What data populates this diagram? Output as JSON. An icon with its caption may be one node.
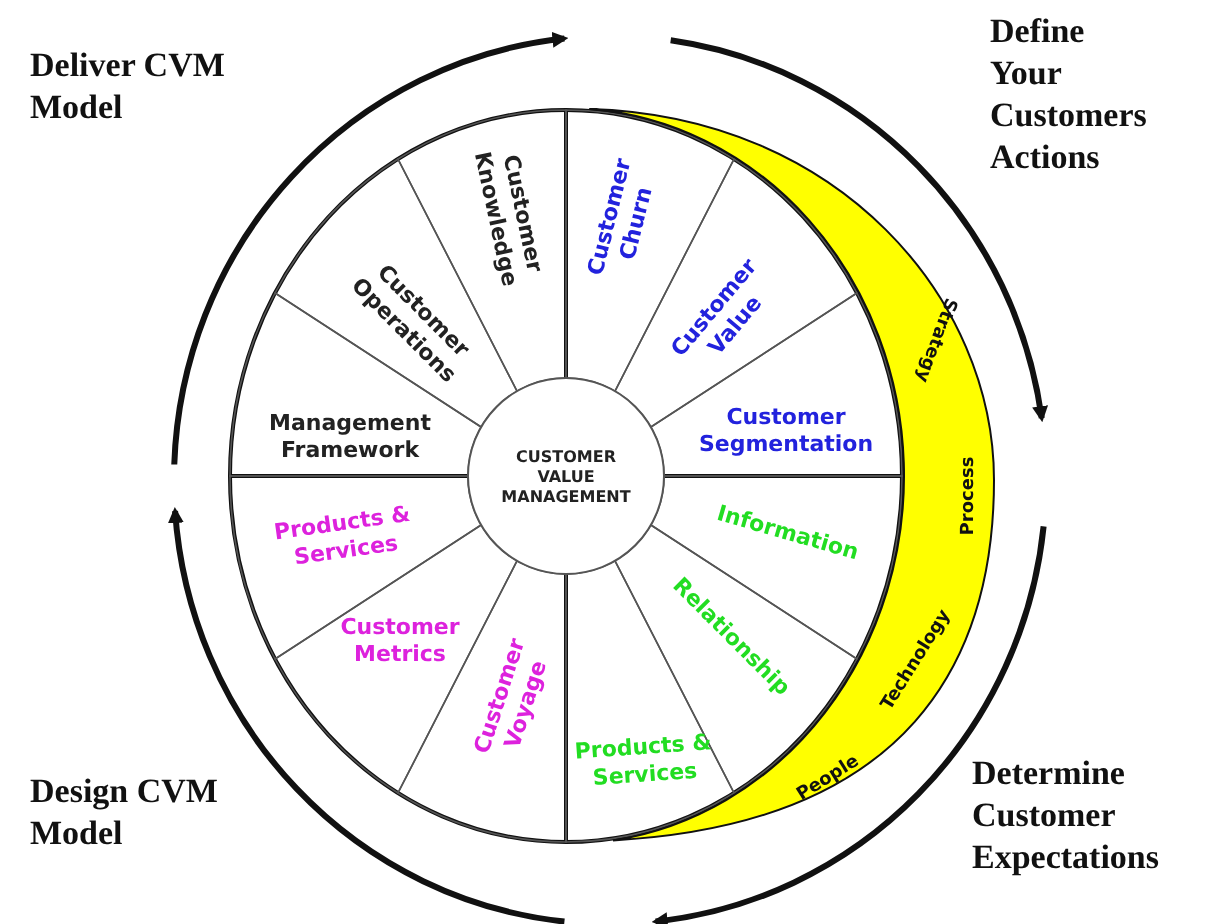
{
  "diagram": {
    "nodes": [
      {
        "text": [
          "CUSTOMER VALUE MANAGEMENT"
        ]
      },
      {
        "text": [
          "Customer Knowledge"
        ]
      },
      {
        "text": [
          "Customer Operations"
        ]
      },
      {
        "text": [
          "Management Framework"
        ]
      },
      {
        "text": [
          "Customer Churn"
        ]
      },
      {
        "text": [
          "Customer Value"
        ]
      },
      {
        "text": [
          "Customer Segmentation"
        ]
      },
      {
        "text": [
          "Information"
        ]
      },
      {
        "text": [
          "Relationship"
        ]
      },
      {
        "text": [
          "Products & Services"
        ]
      },
      {
        "text": [
          "Customer Voyage"
        ]
      },
      {
        "text": [
          "Customer Metrics"
        ]
      },
      {
        "text": [
          "Products & Services"
        ]
      },
      {
        "text": [
          "Strategy",
          "Process",
          "Technology",
          "People"
        ]
      }
    ],
    "labels": [
      "Deliver CVM Model",
      "Define Your Customers Actions",
      "Determine Customer Expectations",
      "Design CVM Model"
    ]
  }
}
